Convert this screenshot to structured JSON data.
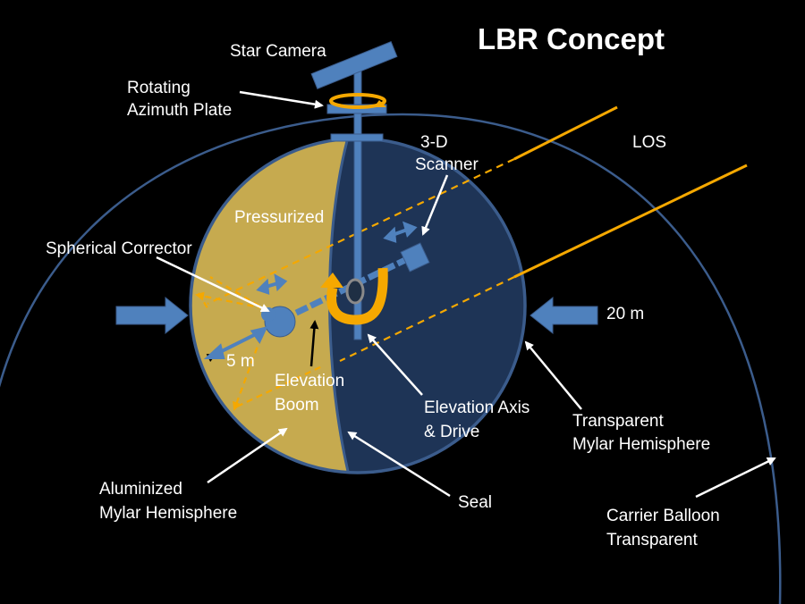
{
  "title": "LBR Concept",
  "labels": {
    "star_camera": "Star Camera",
    "rotating_line1": "Rotating",
    "rotating_line2": "Azimuth Plate",
    "scanner_line1": "3-D",
    "scanner_line2": "Scanner",
    "los": "LOS",
    "pressurized": "Pressurized",
    "spherical_corrector": "Spherical Corrector",
    "twenty_m": "20 m",
    "five_m": "5 m",
    "elev_boom_line1": "Elevation",
    "elev_boom_line2": "Boom",
    "elev_axis_line1": "Elevation Axis",
    "elev_axis_line2": "& Drive",
    "transparent_line1": "Transparent",
    "transparent_line2": "Mylar Hemisphere",
    "aluminized_line1": "Aluminized",
    "aluminized_line2": "Mylar Hemisphere",
    "seal": "Seal",
    "carrier_line1": "Carrier Balloon",
    "carrier_line2": "Transparent"
  },
  "colors": {
    "background": "#000000",
    "gold": "#c6aa4f",
    "navy": "#1e3456",
    "blue": "#4f81bd",
    "outline": "#3b5c8c",
    "orange": "#f5a800",
    "white": "#ffffff"
  }
}
